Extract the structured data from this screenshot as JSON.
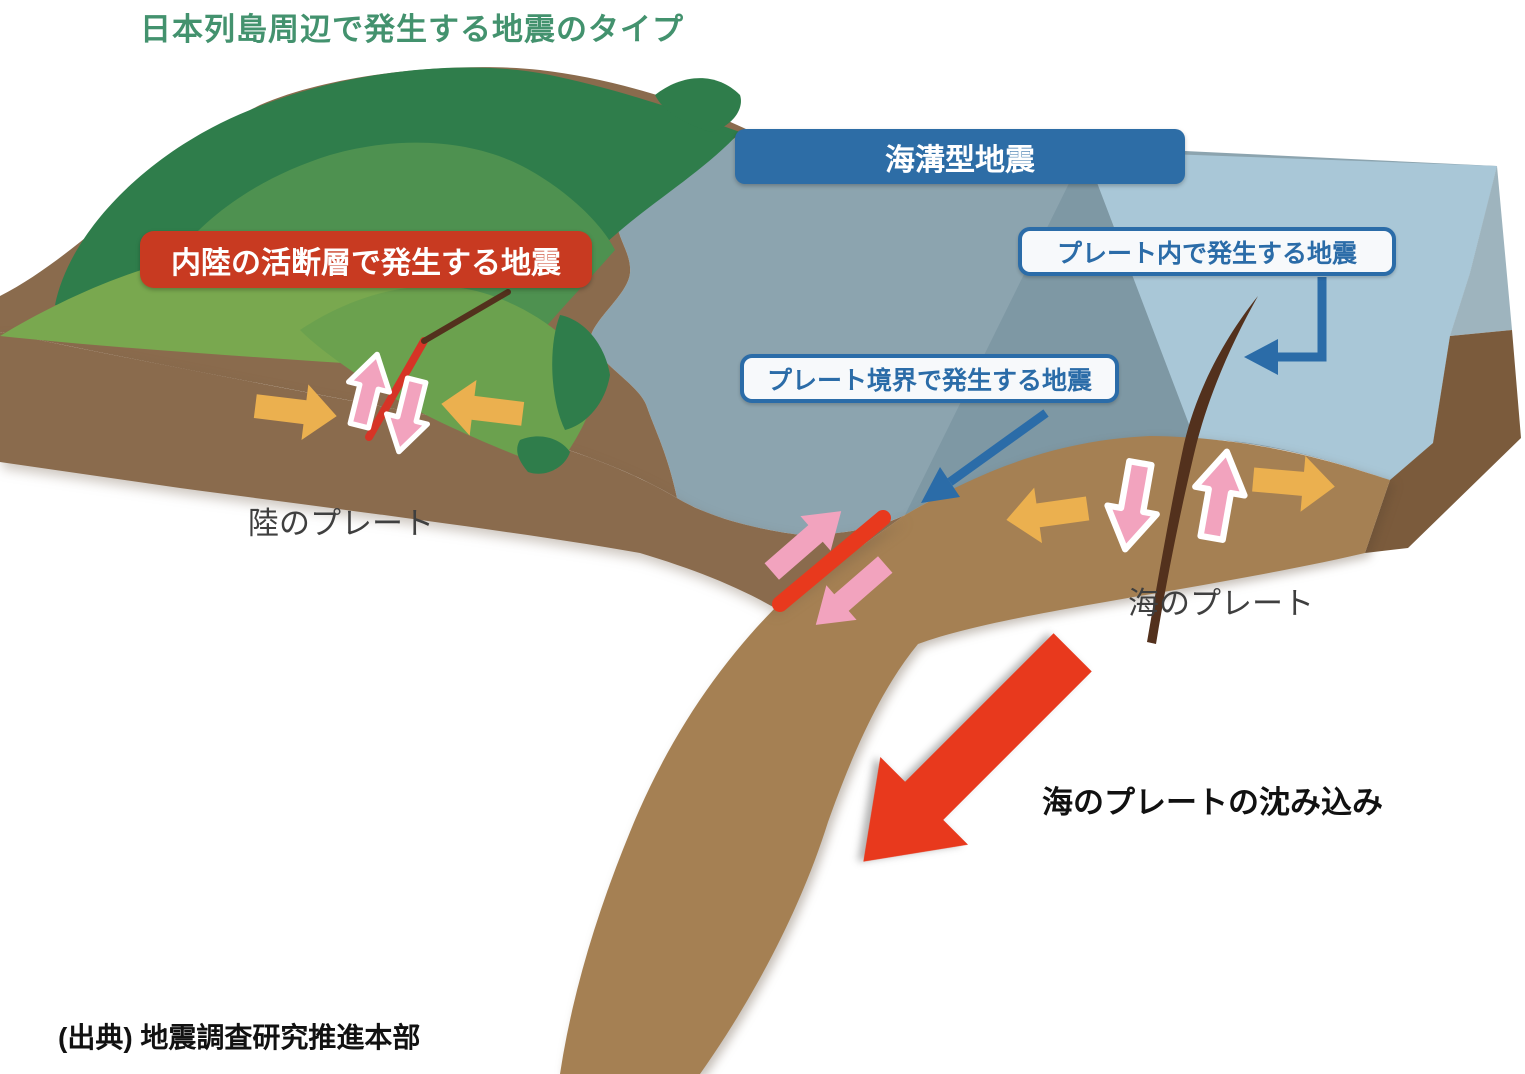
{
  "title": "日本列島周辺で発生する地震のタイプ",
  "labels": {
    "trench_type": "海溝型地震",
    "inland_fault": "内陸の活断層で発生する地震",
    "intraplate": "プレート内で発生する地震",
    "plate_boundary": "プレート境界で発生する地震",
    "land_plate": "陸のプレート",
    "ocean_plate": "海のプレート",
    "subduction": "海のプレートの沈み込み",
    "source": "(出典) 地震調査研究推進本部"
  },
  "icons": {
    "yellow_arrows": "compression / extension force arrows",
    "pink_arrows": "fault slip direction arrows",
    "big_red_arrow": "ocean plate subduction direction (down-left)",
    "blue_connectors": "callout arrows from labels to fault locations",
    "red_lines": "earthquake fault / plate boundary rupture zones",
    "brown_cracks": "fault cracks in land and ocean plate"
  },
  "colors": {
    "title_green": "#43926E",
    "banner_blue": "#2D6DA6",
    "banner_red": "#C83A21",
    "label_border_blue": "#2B6CA8",
    "label_bg": "#F7F9FB",
    "land_brown": "#8A6B4D",
    "ocean_brown": "#A58053",
    "side_brown": "#7B5B3C",
    "water_front": "#8CA4AF",
    "water_wedge": "#7E98A4",
    "sea_surface": "#A9C7D7",
    "side_water": "#9EB4BE",
    "mountain_dark": "#2F7D4B",
    "mountain_mid": "#4E9150",
    "mountain_light": "#79A84F",
    "mountain_midlight": "#6BA14E",
    "fault_red": "#E8391D",
    "fault_line_red": "#D63426",
    "crack_brown": "#53311D",
    "arrow_yellow": "#EBB04F",
    "arrow_pink": "#F2A3BE",
    "arrow_red": "#E8391D",
    "text_dark": "#3F3F3F",
    "text_black": "#111111",
    "background": "#FFFFFF"
  }
}
